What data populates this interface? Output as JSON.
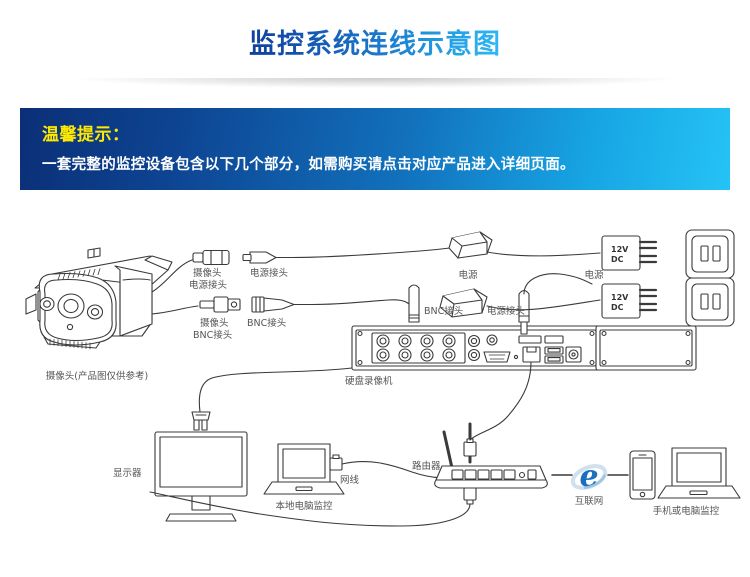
{
  "header": {
    "title": "监控系统连线示意图"
  },
  "banner": {
    "heading": "温馨提示：",
    "body": "一套完整的监控设备包含以下几个部分，如需购买请点击对应产品进入详细页面。"
  },
  "diagram": {
    "labels": {
      "camera": "摄像头(产品图仅供参考)",
      "camera_power_connector": "摄像头\n电源接头",
      "camera_power_connector_l1": "摄像头",
      "camera_power_connector_l2": "电源接头",
      "power_connector_top": "电源接头",
      "camera_bnc_connector_l1": "摄像头",
      "camera_bnc_connector_l2": "BNC接头",
      "bnc_connector": "BNC接头",
      "bnc_connector_dvr": "BNC接头",
      "power_supply_top": "电源",
      "power_supply_mid": "电源",
      "power_connector_dvr": "电源接头",
      "adapter_top": "12V\nDC",
      "adapter_top_l1": "12V",
      "adapter_top_l2": "DC",
      "adapter_bottom_l1": "12V",
      "adapter_bottom_l2": "DC",
      "dvr": "硬盘录像机",
      "monitor": "显示器",
      "laptop_local": "本地电脑监控",
      "network_cable": "网线",
      "router": "路由器",
      "internet": "互联网",
      "phone_or_pc": "手机或电脑监控"
    },
    "colors": {
      "line": "#3a3a3a",
      "label_text": "#555555",
      "ie_blue": "#1a7bc9",
      "ie_swoosh": "#c7d9e8",
      "banner_start": "#0b2f77",
      "banner_end": "#25c3f5",
      "title_start": "#10409c",
      "title_end": "#2fb8f5",
      "tip_yellow": "#ffe900"
    },
    "icons": [
      "camera-icon",
      "dc-barrel-connector-icon",
      "bnc-connector-icon",
      "power-adapter-icon",
      "wall-outlet-icon",
      "dvr-icon",
      "monitor-icon",
      "laptop-icon",
      "router-icon",
      "internet-explorer-icon",
      "smartphone-icon"
    ]
  }
}
